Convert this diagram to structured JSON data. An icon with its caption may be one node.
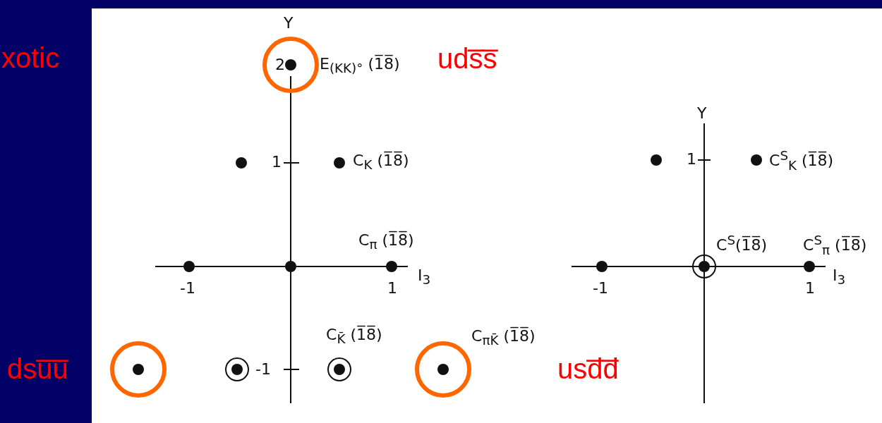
{
  "diagram": {
    "labels": [
      "xotic",
      "Y",
      "2",
      "E$_{(KK)°}$ (1̅8̅)",
      "uds̅s̅",
      "Y",
      "1",
      "C$_{K}$ (1̅8̅)",
      "1",
      "C$^{S}$$_{K}$ (1̅8̅)",
      "C$_{π}$ (1̅8̅)",
      "C$^{S}$(1̅8̅)",
      "C$^{S}$$_{π}$ (1̅8̅)",
      "I$_{3}$",
      "I$_{3}$",
      "-1",
      "1",
      "-1",
      "1",
      "C$_{K̄}$ (1̅8̅)",
      "C$_{πK̄}$ (1̅8̅)",
      "dsu̅u̅",
      "-1",
      "usd̅d̅"
    ]
  }
}
